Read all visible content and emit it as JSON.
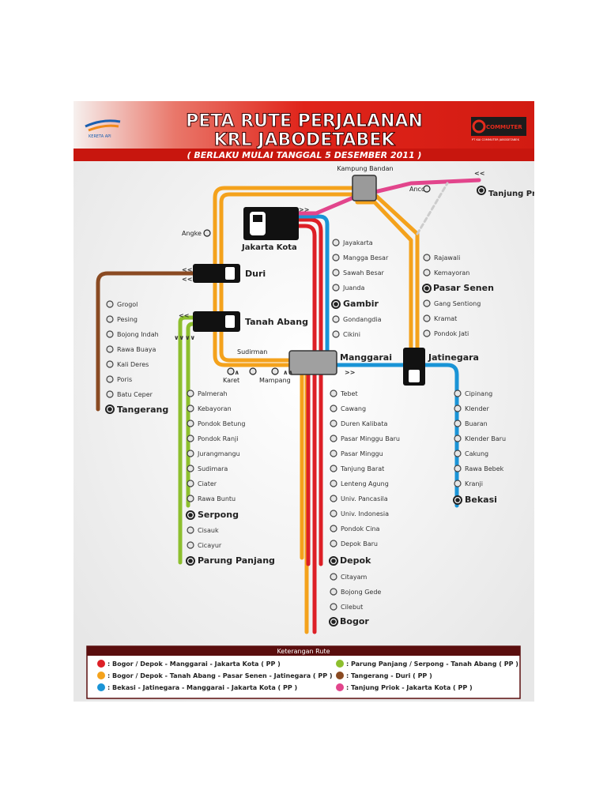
{
  "header": {
    "title_line1": "PETA RUTE PERJALANAN",
    "title_line2": "KRL JABODETABEK",
    "subtitle": "( BERLAKU MULAI TANGGAL 5 DESEMBER 2011 )",
    "left_logo_text": "KERETA API",
    "right_logo_text": "COMMUTER",
    "right_logo_subtext": "PT KAI COMMUTER JABODETABEK"
  },
  "colors": {
    "red_line": "#dd1f26",
    "orange_line": "#f4a21c",
    "blue_line": "#1a94d6",
    "green_line": "#8dbf2e",
    "brown_line": "#8a4a22",
    "pink_line": "#e2458c",
    "header_red": "#e42b1c",
    "legend_bar": "#5a0e0e"
  },
  "stations": {
    "kampung_bandan": "Kampung Bandan",
    "ancol": "Ancol",
    "tanjung_priok": "Tanjung Priok",
    "angke": "Angke",
    "jakarta_kota": "Jakarta Kota",
    "duri": "Duri",
    "tanah_abang": "Tanah Abang",
    "sudirman": "Sudirman",
    "karet": "Karet",
    "mampang": "Mampang",
    "manggarai": "Manggarai",
    "jatinegara": "Jatinegara",
    "tangerang": "Tangerang",
    "serpong": "Serpong",
    "parung_panjang": "Parung Panjang",
    "depok": "Depok",
    "bogor": "Bogor",
    "bekasi": "Bekasi",
    "pasar_senen": "Pasar Senen",
    "gambir": "Gambir",
    "tangerang_line": [
      "Grogol",
      "Pesing",
      "Bojong Indah",
      "Rawa Buaya",
      "Kali Deres",
      "Poris",
      "Batu Ceper"
    ],
    "serpong_line": [
      "Palmerah",
      "Kebayoran",
      "Pondok Betung",
      "Pondok Ranji",
      "Jurangmangu",
      "Sudimara",
      "Ciater",
      "Rawa Buntu"
    ],
    "parung_line": [
      "Cisauk",
      "Cicayur"
    ],
    "kota_line_top": [
      "Jayakarta",
      "Mangga Besar",
      "Sawah Besar",
      "Juanda"
    ],
    "kota_line_mid": [
      "Gondangdia",
      "Cikini"
    ],
    "bogor_line": [
      "Tebet",
      "Cawang",
      "Duren Kalibata",
      "Pasar Minggu Baru",
      "Pasar Minggu",
      "Tanjung Barat",
      "Lenteng Agung",
      "Univ. Pancasila",
      "Univ. Indonesia",
      "Pondok Cina",
      "Depok Baru"
    ],
    "bogor_line_lower": [
      "Citayam",
      "Bojong Gede",
      "Cilebut"
    ],
    "senen_line_top": [
      "Rajawali",
      "Kemayoran"
    ],
    "senen_line_bottom": [
      "Gang Sentiong",
      "Kramat",
      "Pondok Jati"
    ],
    "bekasi_line": [
      "Cipinang",
      "Klender",
      "Buaran",
      "Klender Baru",
      "Cakung",
      "Rawa Bebek",
      "Kranji"
    ]
  },
  "legend": {
    "title": "Keterangan Rute",
    "items": [
      {
        "color": "#dd1f26",
        "label": ": Bogor / Depok - Manggarai - Jakarta Kota ( PP )"
      },
      {
        "color": "#f4a21c",
        "label": ": Bogor / Depok - Tanah Abang - Pasar Senen - Jatinegara ( PP )"
      },
      {
        "color": "#1a94d6",
        "label": ": Bekasi - Jatinegara - Manggarai - Jakarta Kota ( PP )"
      },
      {
        "color": "#8dbf2e",
        "label": ": Parung Panjang / Serpong - Tanah Abang ( PP )"
      },
      {
        "color": "#8a4a22",
        "label": ": Tangerang - Duri ( PP )"
      },
      {
        "color": "#e2458c",
        "label": ": Tanjung Priok - Jakarta Kota ( PP )"
      }
    ]
  }
}
